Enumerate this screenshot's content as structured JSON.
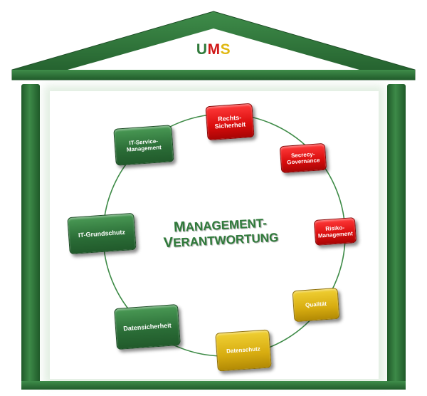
{
  "logo": {
    "letters": [
      "U",
      "M",
      "S"
    ],
    "colors": [
      "#2f7a3a",
      "#d01818",
      "#e0b812"
    ]
  },
  "center": {
    "line1_initial": "M",
    "line1_rest": "ANAGEMENT-",
    "line2_initial": "V",
    "line2_rest": "ERANTWORTUNG"
  },
  "colors": {
    "house": "#2f7a3a",
    "circle": "#3e8b47",
    "green_tile": "#2a6c36",
    "red_tile": "#d90c0c",
    "yellow_tile": "#d7ac10"
  },
  "nodes": [
    {
      "id": "rechts-sicherheit",
      "label": "Rechts-\nSicherheit",
      "color": "red"
    },
    {
      "id": "secrecy-governance",
      "label": "Secrecy-\nGovernance",
      "color": "red"
    },
    {
      "id": "risiko-management",
      "label": "Risiko-\nManagement",
      "color": "red"
    },
    {
      "id": "qualitaet",
      "label": "Qualität",
      "color": "yellow"
    },
    {
      "id": "datenschutz",
      "label": "Datenschutz",
      "color": "yellow"
    },
    {
      "id": "datensicherheit",
      "label": "Datensicherheit",
      "color": "green"
    },
    {
      "id": "it-grundschutz",
      "label": "IT-Grundschutz",
      "color": "green"
    },
    {
      "id": "it-service-management",
      "label": "IT-Service-\nManagement",
      "color": "green"
    }
  ]
}
